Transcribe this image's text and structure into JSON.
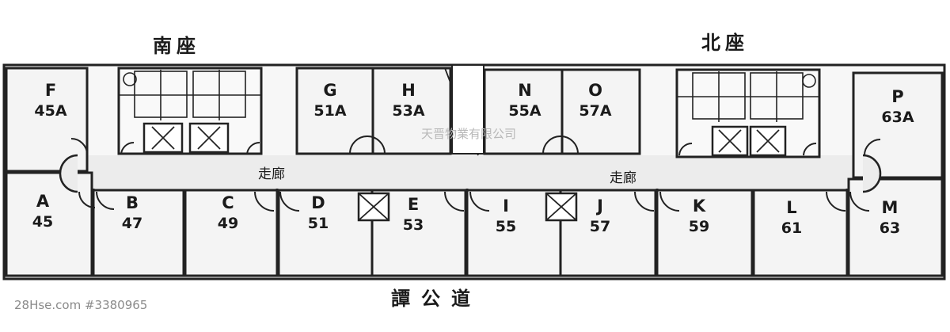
{
  "wings": {
    "south": "南座",
    "north": "北座"
  },
  "street": "譚公道",
  "corridor_label": "走廊",
  "watermark_text": "天晋物業有限公司",
  "listing_id": "28Hse.com #3380965",
  "colors": {
    "line": "#222222",
    "room_fill": "#f4f4f4",
    "corridor_fill": "#ececec"
  },
  "units": {
    "F": {
      "letter": "F",
      "number": "45A"
    },
    "G": {
      "letter": "G",
      "number": "51A"
    },
    "H": {
      "letter": "H",
      "number": "53A"
    },
    "N": {
      "letter": "N",
      "number": "55A"
    },
    "O": {
      "letter": "O",
      "number": "57A"
    },
    "P": {
      "letter": "P",
      "number": "63A"
    },
    "A": {
      "letter": "A",
      "number": "45"
    },
    "B": {
      "letter": "B",
      "number": "47"
    },
    "C": {
      "letter": "C",
      "number": "49"
    },
    "D": {
      "letter": "D",
      "number": "51"
    },
    "E": {
      "letter": "E",
      "number": "53"
    },
    "I": {
      "letter": "I",
      "number": "55"
    },
    "J": {
      "letter": "J",
      "number": "57"
    },
    "K": {
      "letter": "K",
      "number": "59"
    },
    "L": {
      "letter": "L",
      "number": "61"
    },
    "M": {
      "letter": "M",
      "number": "63"
    }
  }
}
